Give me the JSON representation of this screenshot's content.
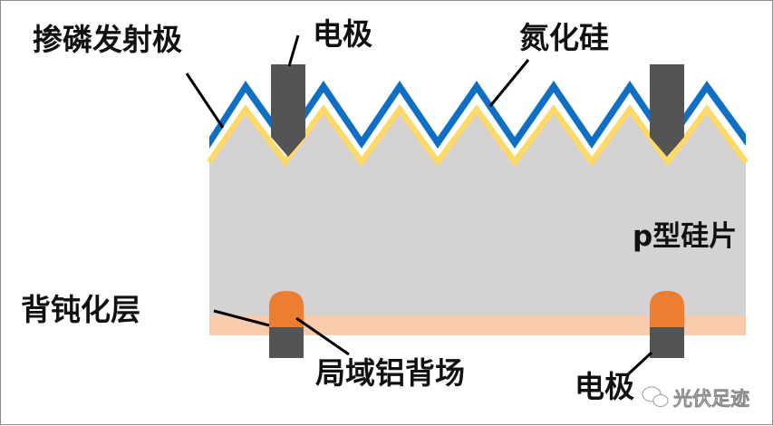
{
  "labels": {
    "emitter": "掺磷发射极",
    "electrode_top": "电极",
    "nitride": "氮化硅",
    "wafer": "p型硅片",
    "passivation": "背钝化层",
    "bsf": "局域铝背场",
    "electrode_bottom": "电极"
  },
  "watermark": "光伏足迹",
  "colors": {
    "silicon": "#d4d2d2",
    "nitride": "#0e6fc4",
    "emitter": "#ffd966",
    "passivation": "#f8cbad",
    "electrode": "#545454",
    "aluminum_bsf": "#ed7d31",
    "leader_line": "#000000"
  }
}
